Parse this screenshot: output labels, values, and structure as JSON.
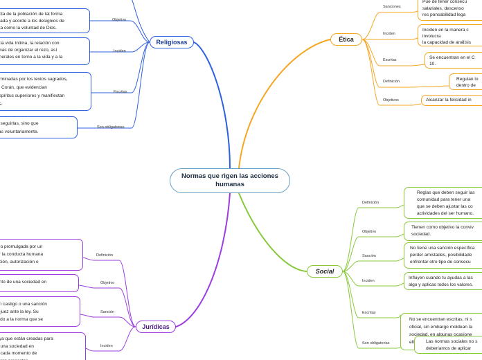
{
  "central": "Normas que rigen las acciones humanas",
  "colors": {
    "religiosas": "#2e5fe0",
    "etica": "#f5a623",
    "social": "#86c93a",
    "juridicas": "#9b3de0",
    "central": "#6aa0c4"
  },
  "religiosas": {
    "label": "Religiosas",
    "items": [
      {
        "label": "Objetivo",
        "text": "ucta de la población de tal forma\npiada y acorde a los designios de\neta como la voluntad de Dios."
      },
      {
        "label": "Inciden",
        "text": "n la vida íntima, la relación con\nrmas de organizar el rezo, así\nenerales en torno a la vida y a la"
      },
      {
        "label": "Escritas",
        "text": "erminadas por los textos sagrados,\nel Corán, que evidencian\nespíritus superiores y manifiestan\nos."
      },
      {
        "label": "Son obligatorias",
        "text": "a seguirlas, sino que\nllas voluntariamente."
      }
    ]
  },
  "etica": {
    "label": "Ética",
    "items": [
      {
        "label": "Sanciones",
        "text": "Pue de tener consecu\nsalariales, descenso\nres ponsabilidad lega"
      },
      {
        "label": "Inciden",
        "text": "Inciden en la manera c\ninvolucra\nla capacidad de análisis"
      },
      {
        "label": "Escritas",
        "text": "Se encuentran en el C\n10."
      },
      {
        "label": "Definición",
        "text": "Regulan lo\ndentro de"
      },
      {
        "label": "Objetivos",
        "text": "Alcanzar la felicidad in"
      }
    ]
  },
  "social": {
    "label": "Social",
    "items": [
      {
        "label": "Definición",
        "text": "Reglas que deben seguir las\ncomunidad para tener una\nque se deben ajustar las co\nactividades del ser humano."
      },
      {
        "label": "Objetivo",
        "text": "Tienen como objetivo la conviv\nsociedad."
      },
      {
        "label": "Sanción",
        "text": "No tiene una sanción específica\nperder amistades, posibilidade\nenfrentar otro tipo de consecu"
      },
      {
        "label": "Inciden",
        "text": "Influyen cuando tu ayudas a las\nalgo y aplicas todos los valores."
      },
      {
        "label": "Escritas",
        "text": "No se encuentran escritas, ni s\noficial, sin embargo moldean la\nsociedad, en algunas ocasione\neficaz que las normas jurídicas."
      },
      {
        "label": "Son obligatorias",
        "text": "Las normas sociales no s\ndeberíamos de aplicar"
      }
    ]
  },
  "juridicas": {
    "label": "Jurídicas",
    "items": [
      {
        "label": "Definición",
        "text": "a o promulgada por un\nar la conducta humana\npción, autorización o"
      },
      {
        "label": "Objetivo",
        "text": "ento de una sociedad en"
      },
      {
        "label": "Sanción",
        "text": "un castigo o una sanción\nn juez ante la ley. Su\nbido a la norma que se"
      },
      {
        "label": "Inciden",
        "text": ", ya que están creadas para\ne una sociedad en\nn cada momento de\nntran presentes."
      }
    ]
  }
}
